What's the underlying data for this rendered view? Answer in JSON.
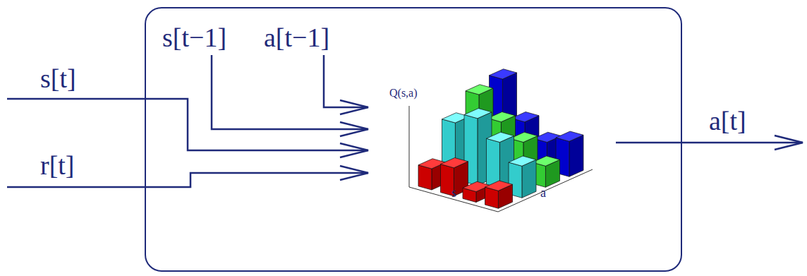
{
  "diagram": {
    "nodes": [
      {
        "text": [
          "s[t−1]",
          "a[t−1]"
        ]
      }
    ],
    "labels": [
      "s[t]",
      "r[t]",
      "a[t]",
      "Q(s,a)",
      "s",
      "a"
    ]
  }
}
